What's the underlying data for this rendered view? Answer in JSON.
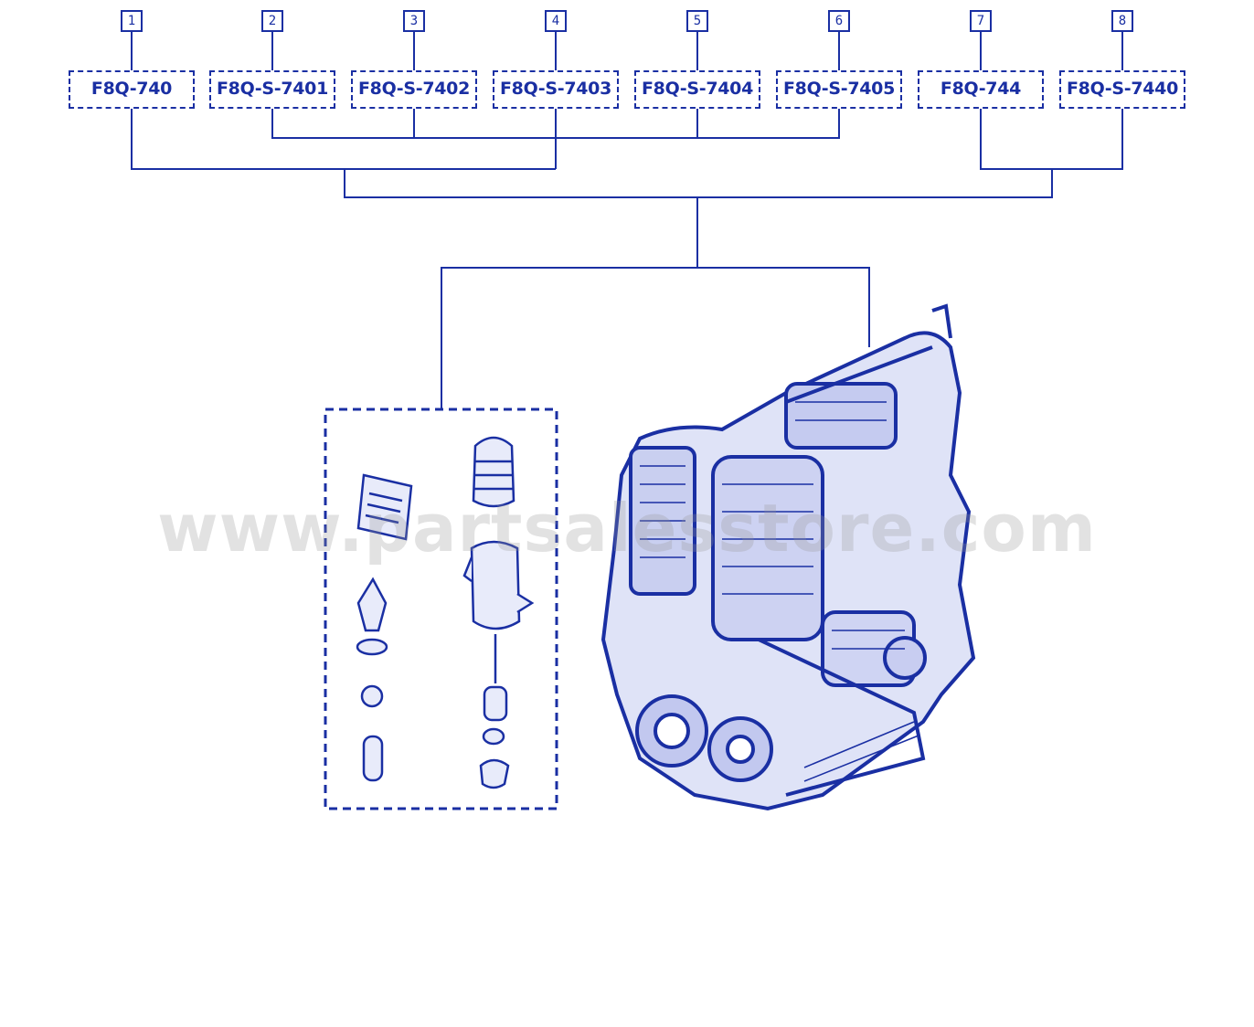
{
  "diagram": {
    "line_color": "#1a2fa3",
    "items": [
      {
        "number": "1",
        "code": "F8Q-740"
      },
      {
        "number": "2",
        "code": "F8Q-S-7401"
      },
      {
        "number": "3",
        "code": "F8Q-S-7402"
      },
      {
        "number": "4",
        "code": "F8Q-S-7403"
      },
      {
        "number": "5",
        "code": "F8Q-S-7404"
      },
      {
        "number": "6",
        "code": "F8Q-S-7405"
      },
      {
        "number": "7",
        "code": "F8Q-744"
      },
      {
        "number": "8",
        "code": "F8Q-S-7440"
      }
    ]
  },
  "watermark": "www.partsalesstore.com"
}
